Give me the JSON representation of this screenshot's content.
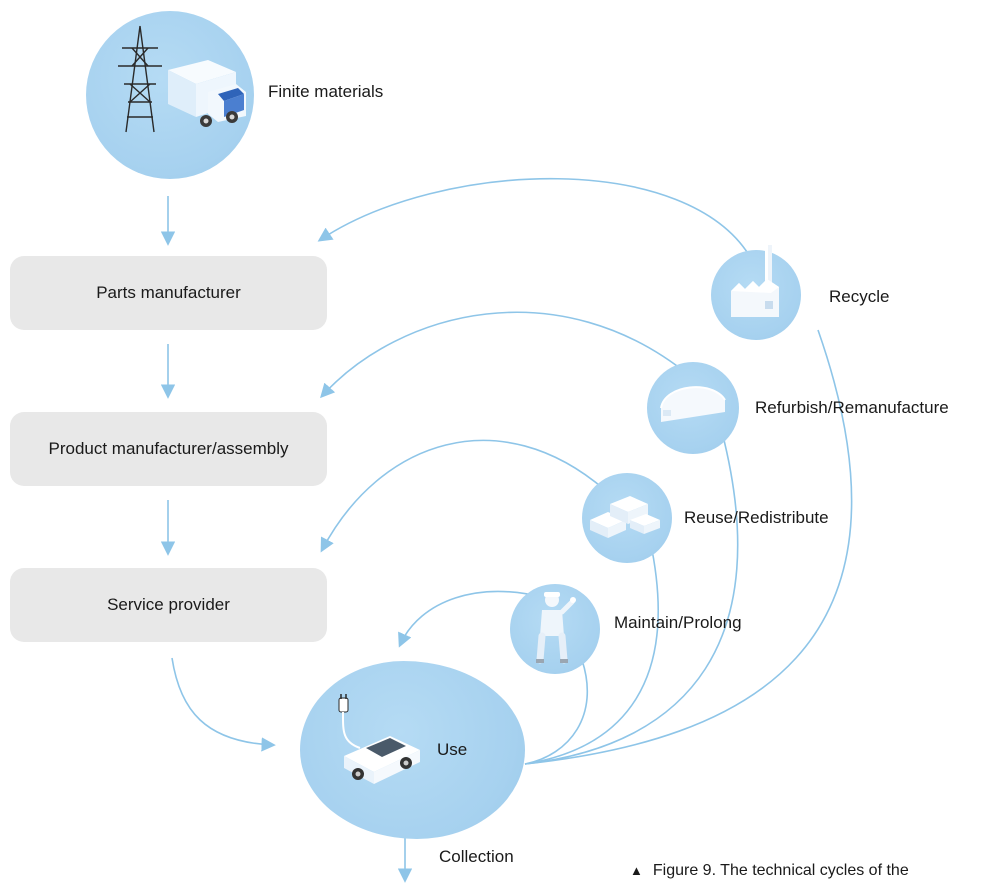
{
  "nodes": {
    "finite_materials": "Finite materials",
    "parts_manufacturer": "Parts manufacturer",
    "product_manufacturer": "Product manufacturer/assembly",
    "service_provider": "Service provider",
    "use": "Use",
    "collection": "Collection"
  },
  "loops": {
    "recycle": "Recycle",
    "refurbish": "Refurbish/Remanufacture",
    "reuse": "Reuse/Redistribute",
    "maintain": "Maintain/Prolong"
  },
  "caption": "Figure 9. The technical cycles of the",
  "colors": {
    "arrow": "#8ec5e8",
    "circle": "#a6d1ef",
    "box": "#e8e8e8"
  },
  "icons": {
    "finite_materials": "power-pylon-truck-icon",
    "recycle": "factory-icon",
    "refurbish": "warehouse-icon",
    "reuse": "boxes-icon",
    "maintain": "worker-icon",
    "use": "electric-car-icon"
  }
}
